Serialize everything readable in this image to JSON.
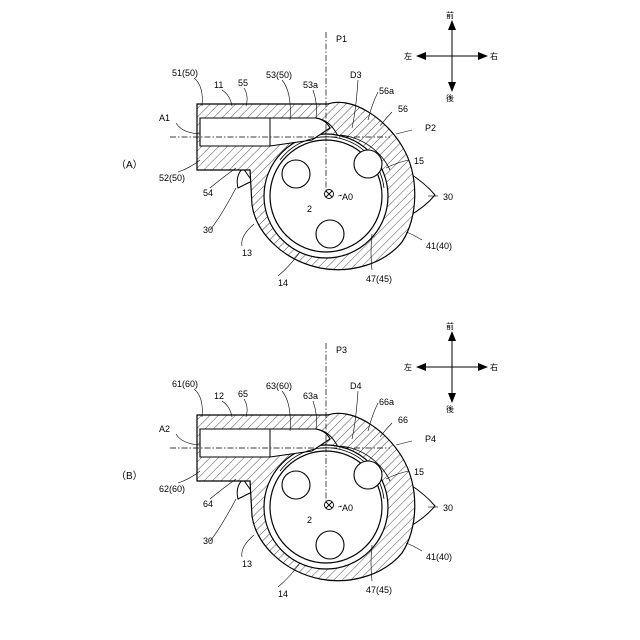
{
  "views": [
    {
      "label": "（A）",
      "compass": {
        "front": "前",
        "back": "後",
        "left": "左",
        "right": "右"
      },
      "labels": {
        "pipe_outer": "51(50)",
        "housing_cover": "11",
        "pipe_wall": "55",
        "pipe_inner": "53(50)",
        "inner_edge": "53a",
        "gap": "D3",
        "rib_edge": "56a",
        "rib": "56",
        "axis_v": "P1",
        "axis_v2": "P2",
        "axis_h": "A1",
        "pipe_inlet": "52(50)",
        "pipe_lower": "54",
        "flange_left": "30",
        "flange_right": "30",
        "body": "13",
        "roller_area": "2",
        "center": "A0",
        "roller_right": "15",
        "roller_bottom": "14",
        "sleeve": "47(45)",
        "casing": "41(40)"
      }
    },
    {
      "label": "（B）",
      "compass": {
        "front": "前",
        "back": "後",
        "left": "左",
        "right": "右"
      },
      "labels": {
        "pipe_outer": "61(60)",
        "housing_cover": "12",
        "pipe_wall": "65",
        "pipe_inner": "63(60)",
        "inner_edge": "63a",
        "gap": "D4",
        "rib_edge": "66a",
        "rib": "66",
        "axis_v": "P3",
        "axis_v2": "P4",
        "axis_h": "A2",
        "pipe_inlet": "62(60)",
        "pipe_lower": "64",
        "flange_left": "30",
        "flange_right": "30",
        "body": "13",
        "roller_area": "2",
        "center": "A0",
        "roller_right": "15",
        "roller_bottom": "14",
        "sleeve": "47(45)",
        "casing": "41(40)"
      }
    }
  ]
}
